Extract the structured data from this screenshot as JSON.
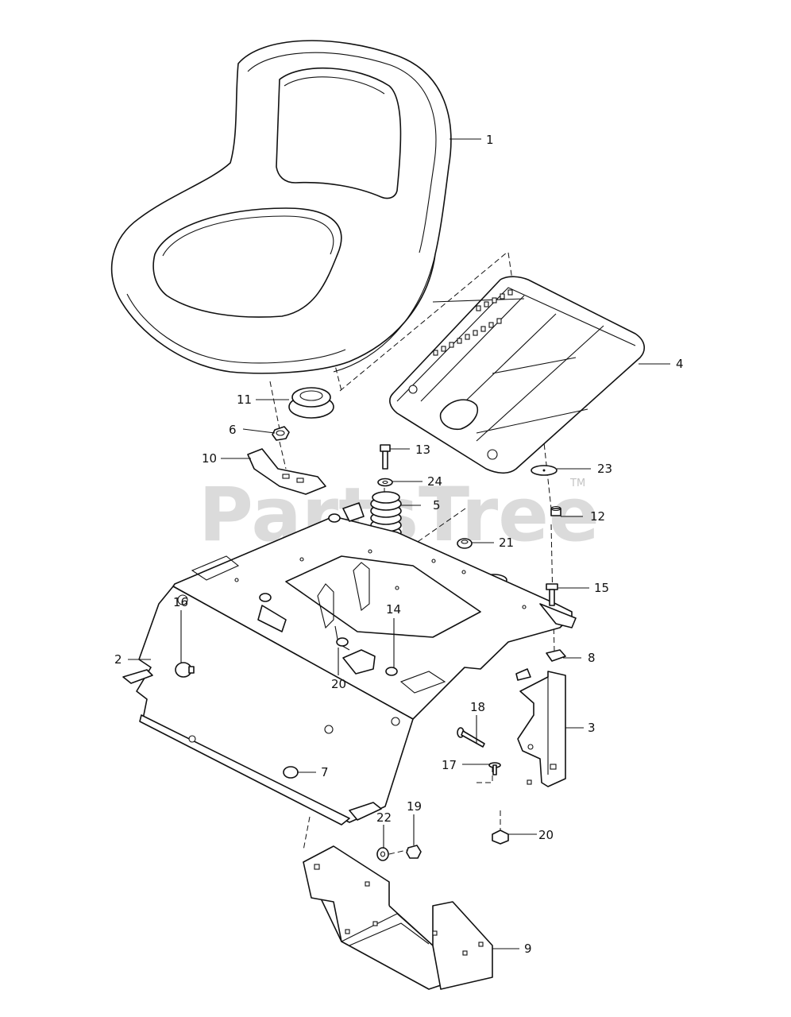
{
  "watermark": {
    "text": "PartsTree",
    "trademark": "TM"
  },
  "callouts": [
    {
      "id": "1",
      "label": "1"
    },
    {
      "id": "2",
      "label": "2"
    },
    {
      "id": "3",
      "label": "3"
    },
    {
      "id": "4",
      "label": "4"
    },
    {
      "id": "5",
      "label": "5"
    },
    {
      "id": "6",
      "label": "6"
    },
    {
      "id": "7",
      "label": "7"
    },
    {
      "id": "8",
      "label": "8"
    },
    {
      "id": "9",
      "label": "9"
    },
    {
      "id": "10",
      "label": "10"
    },
    {
      "id": "11",
      "label": "11"
    },
    {
      "id": "12",
      "label": "12"
    },
    {
      "id": "13",
      "label": "13"
    },
    {
      "id": "14",
      "label": "14"
    },
    {
      "id": "15",
      "label": "15"
    },
    {
      "id": "16",
      "label": "16"
    },
    {
      "id": "17",
      "label": "17"
    },
    {
      "id": "18",
      "label": "18"
    },
    {
      "id": "19",
      "label": "19"
    },
    {
      "id": "20a",
      "label": "20"
    },
    {
      "id": "20b",
      "label": "20"
    },
    {
      "id": "21",
      "label": "21"
    },
    {
      "id": "22",
      "label": "22"
    },
    {
      "id": "23",
      "label": "23"
    },
    {
      "id": "24",
      "label": "24"
    }
  ]
}
